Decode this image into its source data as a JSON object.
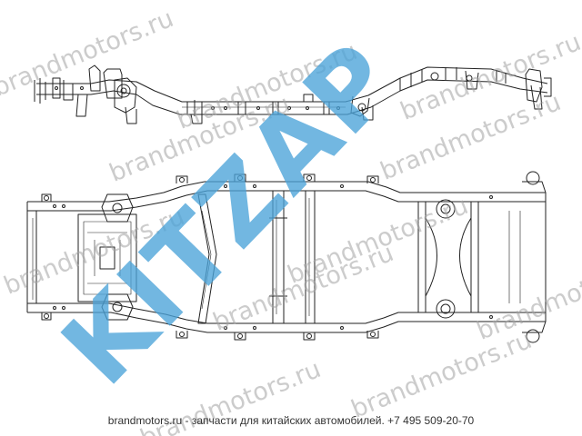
{
  "watermark": {
    "text": "brandmotors.ru"
  },
  "logo": {
    "text": "KITZAP"
  },
  "caption": {
    "text": "brandmotors.ru - запчасти для китайских автомобилей. +7 495 509-20-70"
  },
  "colors": {
    "line": "#222222",
    "watermark": "#a3a3a3",
    "logo": "#4aa3d8"
  }
}
